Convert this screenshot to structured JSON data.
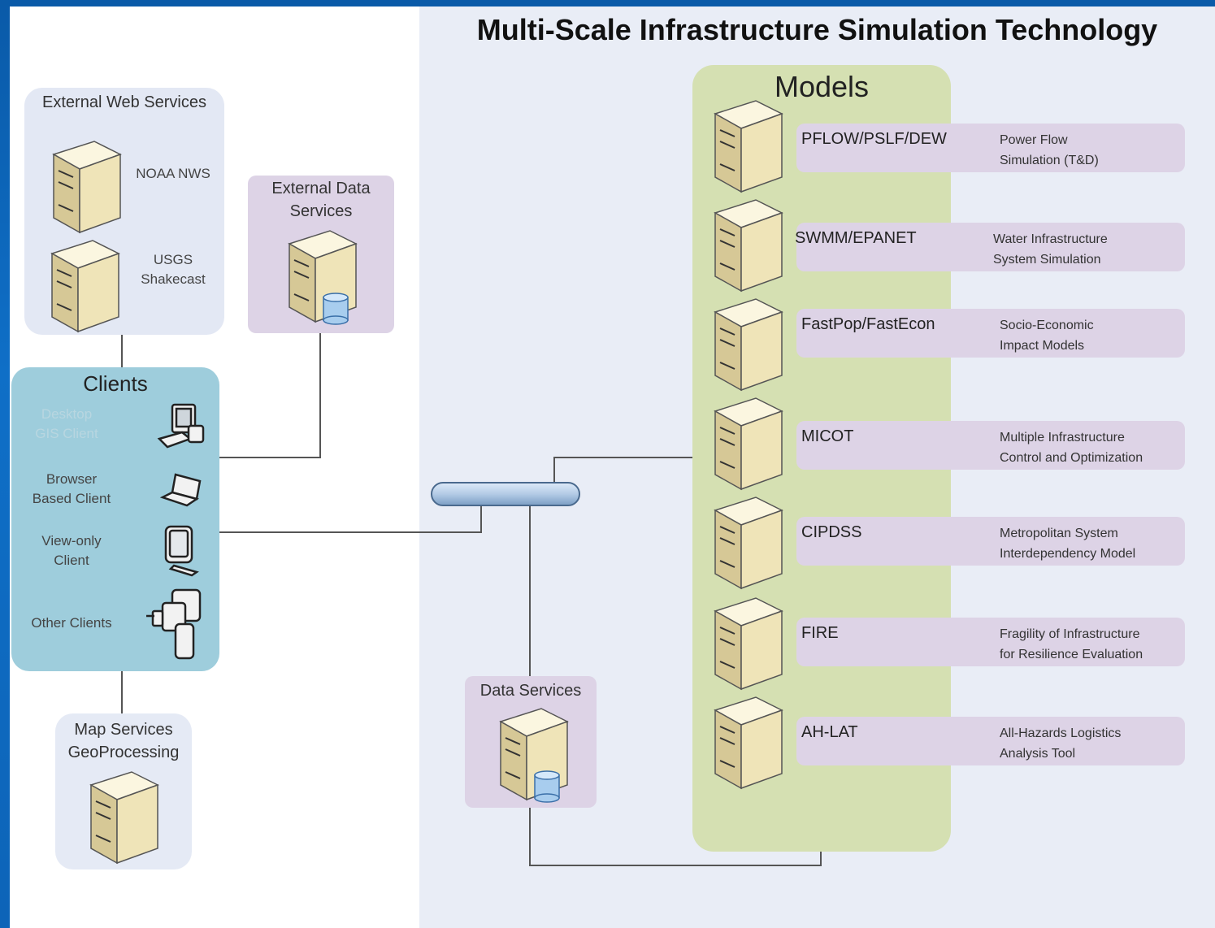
{
  "title": "Multi-Scale Infrastructure Simulation Technology",
  "external_web_services": {
    "label": "External Web Services",
    "items": [
      "NOAA NWS",
      "USGS\nShakecast"
    ]
  },
  "external_data_services": {
    "label": "External Data\nServices"
  },
  "clients": {
    "label": "Clients",
    "items": [
      {
        "label": "Desktop\nGIS Client",
        "icon": "desktop-computer-icon"
      },
      {
        "label": "Browser\nBased Client",
        "icon": "laptop-icon"
      },
      {
        "label": "View-only\nClient",
        "icon": "monitor-icon"
      },
      {
        "label": "Other Clients",
        "icon": "mobile-devices-icon"
      }
    ]
  },
  "map_services": {
    "label": "Map Services\nGeoProcessing"
  },
  "data_services": {
    "label": "Data Services"
  },
  "models": {
    "label": "Models",
    "items": [
      {
        "name": "PFLOW/PSLF/DEW",
        "desc": "Power Flow\nSimulation (T&D)"
      },
      {
        "name": "SWMM/EPANET",
        "desc": "Water Infrastructure\nSystem Simulation"
      },
      {
        "name": "FastPop/FastEcon",
        "desc": "Socio-Economic\nImpact Models"
      },
      {
        "name": "MICOT",
        "desc": "Multiple Infrastructure\nControl and Optimization"
      },
      {
        "name": "CIPDSS",
        "desc": "Metropolitan System\nInterdependency Model"
      },
      {
        "name": "FIRE",
        "desc": "Fragility of Infrastructure\nfor Resilience Evaluation"
      },
      {
        "name": "AH-LAT",
        "desc": "All-Hazards Logistics\nAnalysis Tool"
      }
    ]
  },
  "colors": {
    "border_blue": "#0d64b8",
    "models_green": "#d5e0b2",
    "row_purple": "#ddd3e6",
    "clients_blue": "#9ecddc",
    "server_tan": "#efe4b8"
  }
}
